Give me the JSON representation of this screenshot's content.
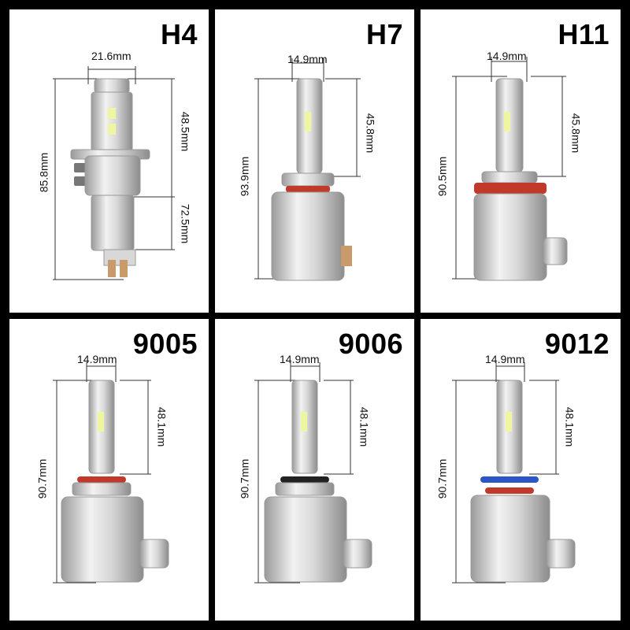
{
  "panels": [
    {
      "title": "H4",
      "width": "21.6mm",
      "overall": "85.8mm",
      "upper": "48.5mm",
      "lower": "72.5mm",
      "ring": "none"
    },
    {
      "title": "H7",
      "width": "14.9mm",
      "overall": "93.9mm",
      "upper": "45.8mm",
      "ring": "#c0392b"
    },
    {
      "title": "H11",
      "width": "14.9mm",
      "overall": "90.5mm",
      "upper": "45.8mm",
      "ring": "#c0392b"
    },
    {
      "title": "9005",
      "width": "14.9mm",
      "overall": "90.7mm",
      "upper": "48.1mm",
      "ring": "#c0392b"
    },
    {
      "title": "9006",
      "width": "14.9mm",
      "overall": "90.7mm",
      "upper": "48.1mm",
      "ring": "#222222"
    },
    {
      "title": "9012",
      "width": "14.9mm",
      "overall": "90.7mm",
      "upper": "48.1mm",
      "ring": "#2a56c6"
    }
  ]
}
